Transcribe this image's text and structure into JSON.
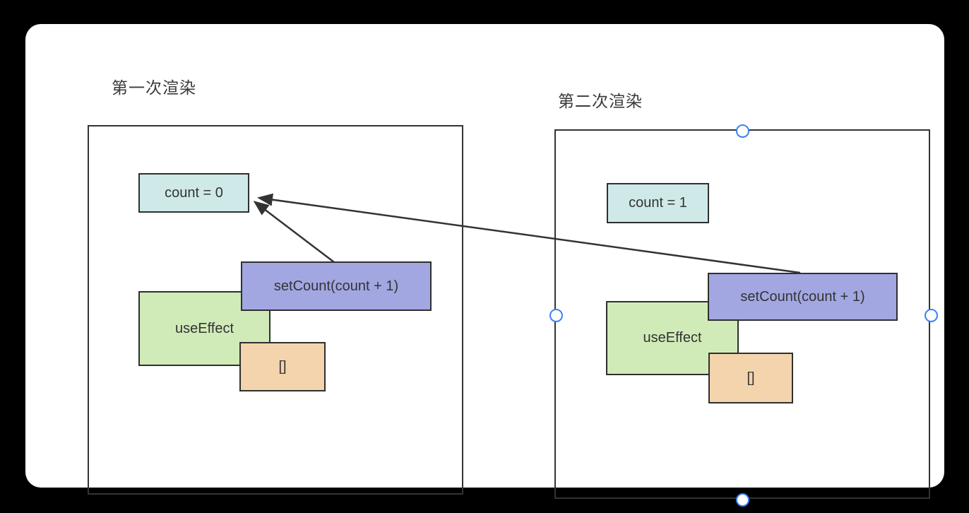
{
  "colors": {
    "background": "#000000",
    "panel": "#ffffff",
    "stroke": "#333333",
    "count_box_fill": "#cfe9e9",
    "setcount_box_fill": "#a2a7e2",
    "useeffect_box_fill": "#d0ebb8",
    "deps_box_fill": "#f3d4ad",
    "selection_handle": "#3b82f6"
  },
  "diagram": {
    "first_render": {
      "title": "第一次渲染",
      "count_label": "count = 0",
      "setcount_label": "setCount(count + 1)",
      "useeffect_label": "useEffect",
      "deps_label": "[]"
    },
    "second_render": {
      "title": "第二次渲染",
      "count_label": "count = 1",
      "setcount_label": "setCount(count + 1)",
      "useeffect_label": "useEffect",
      "deps_label": "[]",
      "selected": true,
      "selection_handles": [
        "top",
        "right",
        "bottom",
        "left"
      ]
    },
    "arrows": [
      {
        "from": "first-render-setcount-box",
        "to": "first-render-count-box"
      },
      {
        "from": "second-render-setcount-box",
        "to": "first-render-count-box"
      }
    ]
  }
}
